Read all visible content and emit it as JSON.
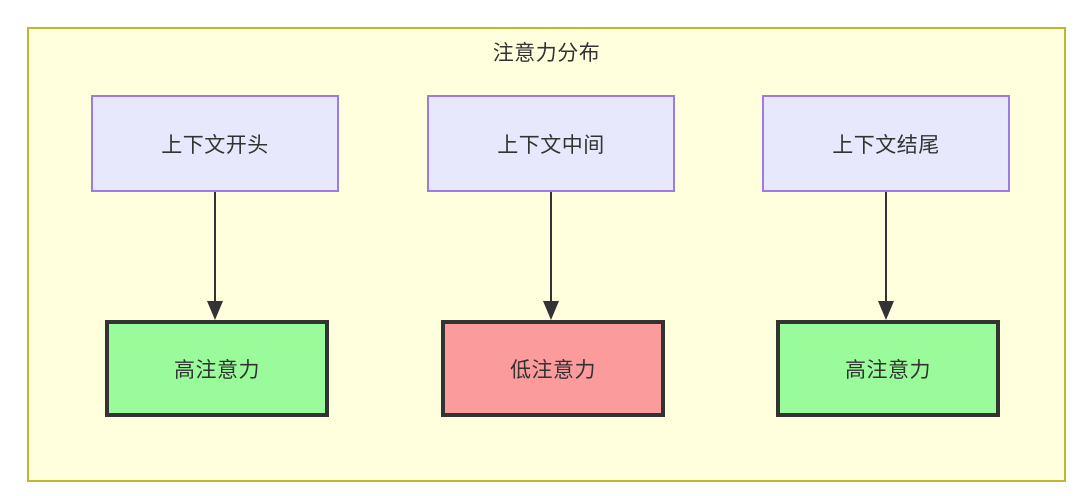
{
  "diagram": {
    "type": "flowchart",
    "title": "注意力分布",
    "colors": {
      "container_fill": "#ffffde",
      "container_border": "#bfb82e",
      "context_fill": "#e8e8fd",
      "context_border": "#9f79e8",
      "high_attention_fill": "#99fb99",
      "low_attention_fill": "#fb9b9b",
      "attention_border": "#333333",
      "edge_color": "#333333",
      "text_color": "#333333"
    },
    "nodes": {
      "context_start": {
        "label": "上下文开头"
      },
      "context_middle": {
        "label": "上下文中间"
      },
      "context_end": {
        "label": "上下文结尾"
      },
      "attention_start": {
        "label": "高注意力"
      },
      "attention_middle": {
        "label": "低注意力"
      },
      "attention_end": {
        "label": "高注意力"
      }
    },
    "edges": [
      {
        "from": "上下文开头",
        "to": "高注意力"
      },
      {
        "from": "上下文中间",
        "to": "低注意力"
      },
      {
        "from": "上下文结尾",
        "to": "高注意力"
      }
    ]
  }
}
